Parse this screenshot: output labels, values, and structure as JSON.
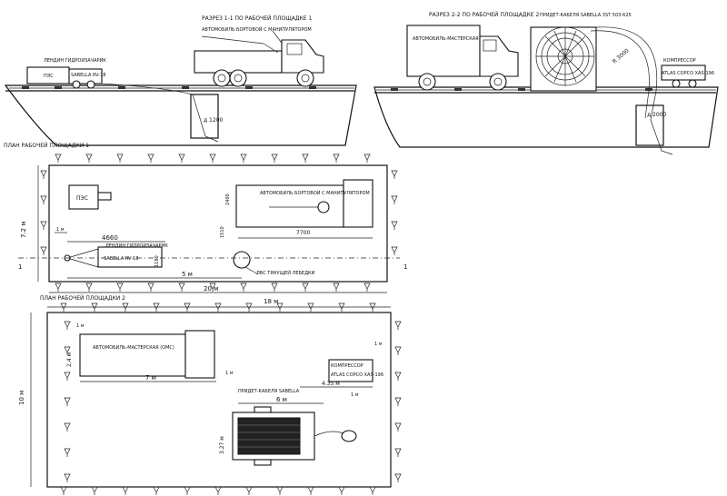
{
  "top_left": {
    "section_title": "РАЗРЕЗ 1-1 ПО РАБОЧЕЙ ПЛОЩАДКЕ  1",
    "truck_label": "АВТОМОБИЛЬ БОРТОВОЙ С МАНИПУЛЯТОРОМ",
    "hydro_label": "ЛЕНДИН ГИДРОИЗАЧАРИК",
    "ppu_label": "ПЭС",
    "sabella_label": "SABELLA RV-18",
    "depth_label": "д 1200"
  },
  "top_right": {
    "section_title": "РАЗРЕЗ 2-2 ПО РАБОЧЕЙ ПЛОЩАДКЕ  2",
    "reel_label": "ПРИДЕТ-КАБЕЛЯ SABELLA 3ST 503-625",
    "truck_label": "АВТОМОБИЛЬ-МАСТЕРСКАЯ (ОМС)",
    "compressor_label": "КОМПРЕССОР",
    "compressor_sub": "ATLAS COPCO XAS-196",
    "dim_radius": "R 3000",
    "depth_label": "д 2000"
  },
  "plan1": {
    "title": "ПЛАН РАБОЧЕЙ ПЛОЩАДКИ  1",
    "ppu_label": "ПЭС",
    "truck_label": "АВТОМОБИЛЬ БОРТОВОЙ С МАНИПУЛЯТОРОМ",
    "hydro_label": "ЛЕНДИН ГИДРОИЗАЧАРИК",
    "sabella_label": "SABELLA RV-18",
    "winch_label": "ЛВС ТЯНУЩЕЙ ЛЕБЕДКИ",
    "dim_width": "7.2 м",
    "dim_1m": "1 м",
    "dim_4660": "4660",
    "dim_1180": "1180",
    "dim_1510": "1510",
    "dim_2400": "2400",
    "dim_7700": "7700",
    "dim_5m": "5 м",
    "dim_20m": "20 м",
    "section_mark": "1"
  },
  "plan2": {
    "title": "ПЛАН РАБОЧЕЙ ПЛОЩАДКИ  2",
    "truck_label": "АВТОМОБИЛЬ-МАСТЕРСКАЯ (ОМС)",
    "compressor_label": "КОМПРЕССОР",
    "compressor_sub": "ATLAS COPCO XAS-196",
    "reel_label": "ПРИДЕТ-КАБЕЛЯ SABELLA",
    "dim_18m": "18 м",
    "dim_10m": "10 м",
    "dim_24": "2,4 м",
    "dim_7m": "7 м",
    "dim_1m_a": "1 м",
    "dim_1m_b": "1 м",
    "dim_1m_c": "1 м",
    "dim_6m": "6 м",
    "dim_435": "4.35 м",
    "dim_327": "3.27 м",
    "dim_1m_d": "1 м"
  }
}
